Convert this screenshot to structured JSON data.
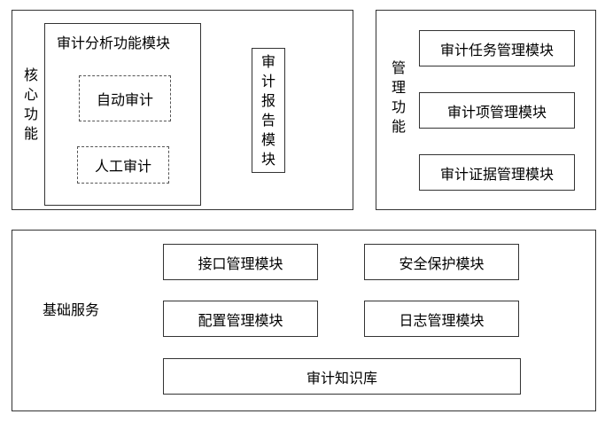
{
  "core": {
    "label": "核心功能",
    "analysis": {
      "title": "审计分析功能模块",
      "auto": "自动审计",
      "manual": "人工审计"
    },
    "report": "审计报告模块"
  },
  "management": {
    "label": "管理功能",
    "items": [
      "审计任务管理模块",
      "审计项管理模块",
      "审计证据管理模块"
    ]
  },
  "base": {
    "label": "基础服务",
    "items": [
      "接口管理模块",
      "安全保护模块",
      "配置管理模块",
      "日志管理模块",
      "审计知识库"
    ]
  }
}
